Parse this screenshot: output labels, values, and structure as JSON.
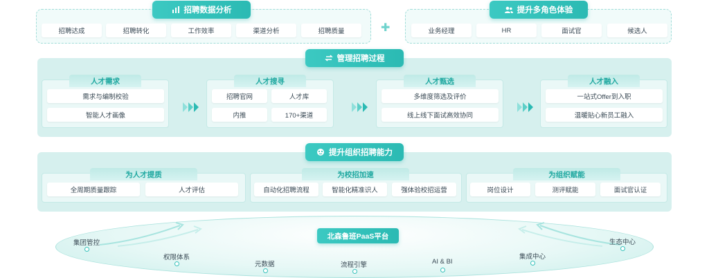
{
  "top_left": {
    "title": "招聘数据分析",
    "items": [
      "招聘达成",
      "招聘转化",
      "工作效率",
      "渠道分析",
      "招聘质量"
    ]
  },
  "plus_symbol": "✚",
  "top_right": {
    "title": "提升多角色体验",
    "items": [
      "业务经理",
      "HR",
      "面试官",
      "候选人"
    ]
  },
  "manage": {
    "title": "管理招聘过程",
    "stages": [
      {
        "title": "人才需求",
        "items": [
          "需求与编制校验",
          "智能人才画像"
        ]
      },
      {
        "title": "人才搜寻",
        "items": [
          "招聘官网",
          "人才库",
          "内推",
          "170+渠道"
        ]
      },
      {
        "title": "人才甄选",
        "items": [
          "多维度筛选及评价",
          "线上线下面试高效协同"
        ]
      },
      {
        "title": "人才融入",
        "items": [
          "一站式Offer到入职",
          "温暖贴心新员工融入"
        ]
      }
    ]
  },
  "capability": {
    "title": "提升组织招聘能力",
    "groups": [
      {
        "title": "为人才提质",
        "items": [
          "全周期质量跟踪",
          "人才评估"
        ]
      },
      {
        "title": "为校招加速",
        "items": [
          "自动化招聘流程",
          "智能化精准识人",
          "强体验校招运营"
        ]
      },
      {
        "title": "为组织赋能",
        "items": [
          "岗位设计",
          "测评赋能",
          "面试官认证"
        ]
      }
    ]
  },
  "platform": {
    "title": "北森鲁班PaaS平台",
    "nodes": [
      "集团管控",
      "权限体系",
      "元数据",
      "流程引擎",
      "AI & BI",
      "集成中心",
      "生态中心"
    ]
  },
  "colors": {
    "accent": "#2bbab3",
    "panel": "#d6f0ee",
    "card": "#eaf8f7"
  }
}
